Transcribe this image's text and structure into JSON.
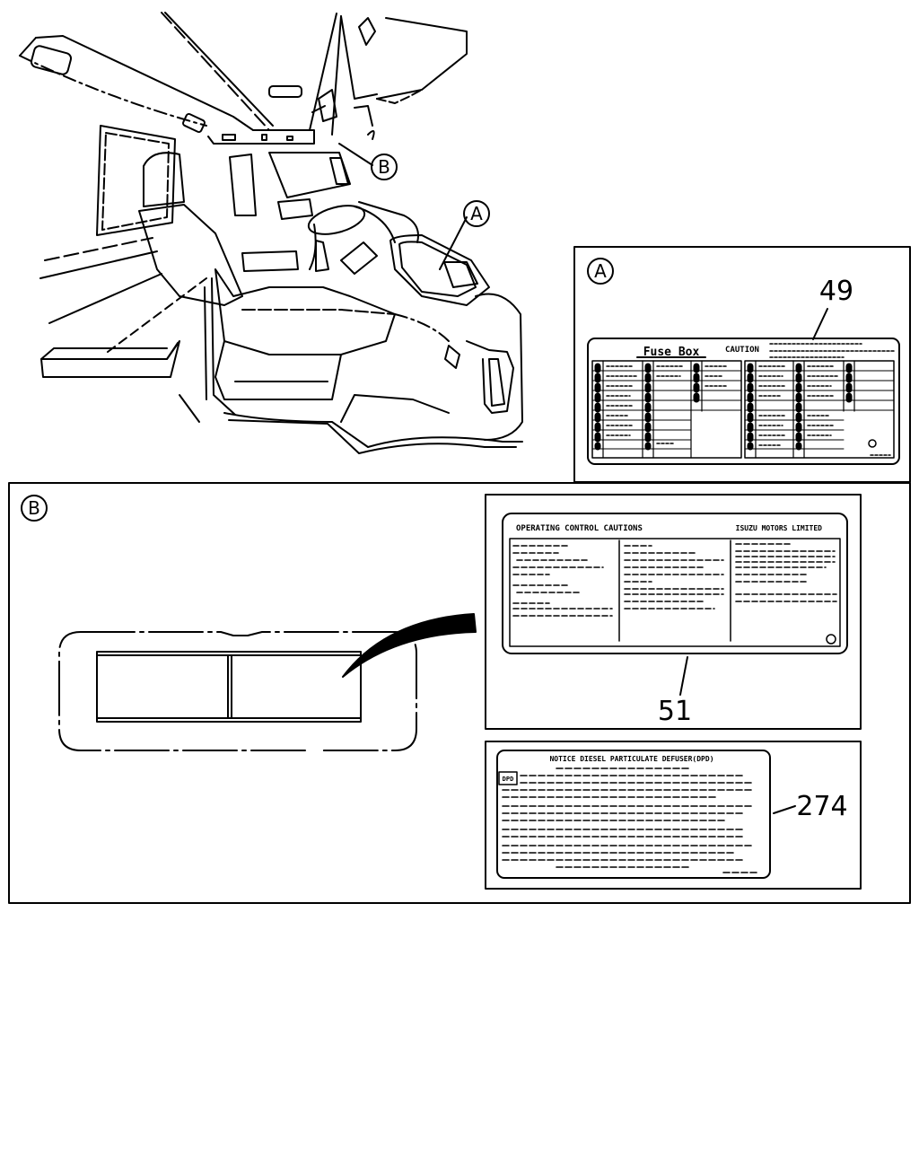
{
  "diagram": {
    "callouts": {
      "a": "A",
      "b": "B"
    },
    "panel_a": {
      "callout": "A",
      "part_number": "49",
      "label": {
        "title": "Fuse Box",
        "caution": "CAUTION"
      }
    },
    "panel_b": {
      "callout": "B",
      "label_51": {
        "title": "OPERATING CONTROL CAUTIONS",
        "maker": "ISUZU MOTORS LIMITED",
        "part_number": "51"
      },
      "label_274": {
        "title": "NOTICE DIESEL PARTICULATE DEFUSER(DPD)",
        "badge": "DPD",
        "part_number": "274"
      }
    }
  }
}
